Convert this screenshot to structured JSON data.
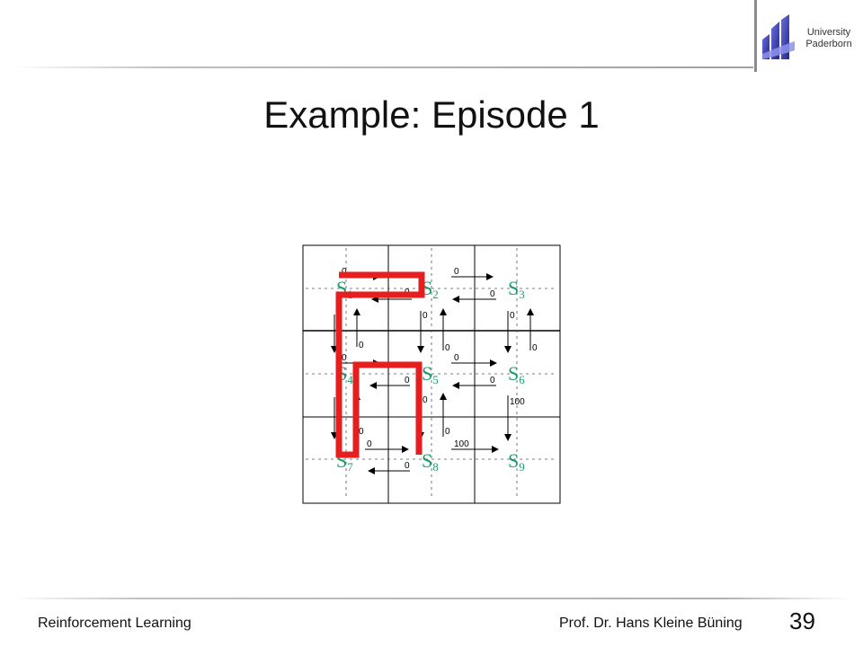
{
  "header": {
    "university_line1": "University",
    "university_line2": "Paderborn",
    "brand_color": "#3a3fb0"
  },
  "slide": {
    "title": "Example: Episode 1",
    "page_number": "39"
  },
  "footer": {
    "course": "Reinforcement Learning",
    "author": "Prof. Dr. Hans Kleine Büning"
  },
  "grid": {
    "states": [
      {
        "letter": "S",
        "sub": "1"
      },
      {
        "letter": "S",
        "sub": "2"
      },
      {
        "letter": "S",
        "sub": "3"
      },
      {
        "letter": "S",
        "sub": "4"
      },
      {
        "letter": "S",
        "sub": "5"
      },
      {
        "letter": "S",
        "sub": "6"
      },
      {
        "letter": "S",
        "sub": "7"
      },
      {
        "letter": "S",
        "sub": "8"
      },
      {
        "letter": "S",
        "sub": "9"
      }
    ],
    "state_color": "#1f9a6a",
    "path_color": "#e61e1e",
    "rewards": {
      "s1_s2": "0",
      "s2_s1": "0",
      "s2_s3": "0",
      "s3_s2": "0",
      "s4_s5": "0",
      "s5_s4": "0",
      "s5_s6": "0",
      "s6_s5": "0",
      "s7_s8": "0",
      "s8_s7": "0",
      "s8_s9": "100",
      "s1_s4": "0",
      "s4_s1": "0",
      "s2_s5": "0",
      "s5_s2": "0",
      "s3_s6": "0",
      "s6_s3": "0",
      "s4_s7": "0",
      "s7_s4": "0",
      "s5_s8": "0",
      "s8_s5": "0",
      "s6_s9": "100"
    }
  }
}
